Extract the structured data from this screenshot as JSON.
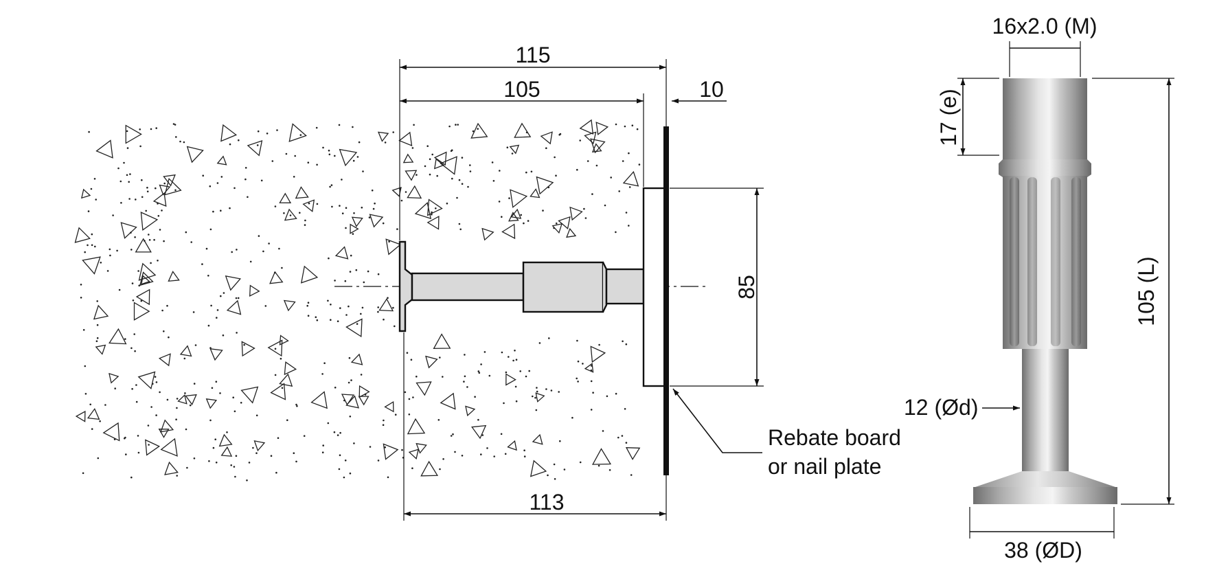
{
  "diagram": {
    "dimensions": {
      "overall_length": "115",
      "embed_length": "105",
      "plate_offset": "10",
      "board_height": "85",
      "bottom_length": "113",
      "thread": "16x2.0 (M)",
      "thread_depth": "17 (e)",
      "anchor_length": "105 (L)",
      "shaft_diameter": "12 (Ød)",
      "foot_diameter": "38 (ØD)"
    },
    "callout": {
      "line1": "Rebate board",
      "line2": "or nail plate"
    }
  },
  "colors": {
    "ink": "#111111",
    "part_fill": "#d9d9d9",
    "metal_dark": "#6f6f6f",
    "metal_light": "#f2f2f2"
  }
}
